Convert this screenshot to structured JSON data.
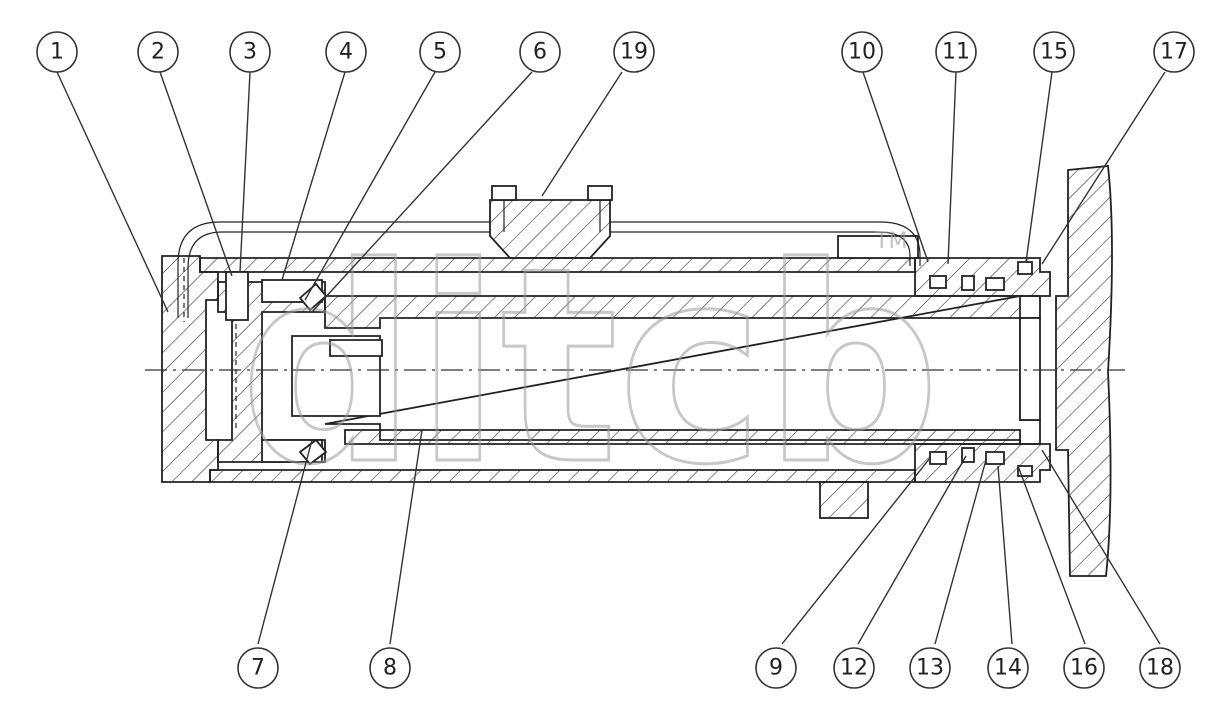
{
  "balloons": {
    "b1": "1",
    "b2": "2",
    "b3": "3",
    "b4": "4",
    "b5": "5",
    "b6": "6",
    "b19": "19",
    "b10": "10",
    "b11": "11",
    "b15": "15",
    "b17": "17",
    "b7": "7",
    "b8": "8",
    "b9": "9",
    "b12": "12",
    "b13": "13",
    "b14": "14",
    "b16": "16",
    "b18": "18"
  },
  "watermark": {
    "text": "ditcb",
    "trademark": "TM"
  },
  "colors": {
    "line": "#222222",
    "watermark": "#9a9a9a",
    "background": "#ffffff"
  }
}
